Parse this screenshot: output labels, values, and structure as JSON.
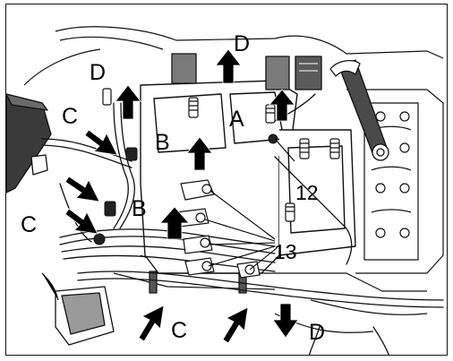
{
  "labels": {
    "a": "A",
    "b": "B",
    "c": "C",
    "d": "D",
    "num_12": "12",
    "num_13": "13"
  },
  "colors": {
    "line": "#111111",
    "fill": "#ffffff",
    "arrow": "#000000",
    "shade": "#c8c8c8"
  },
  "icons": {
    "arrow": "arrow-icon",
    "callout": "callout-line"
  }
}
